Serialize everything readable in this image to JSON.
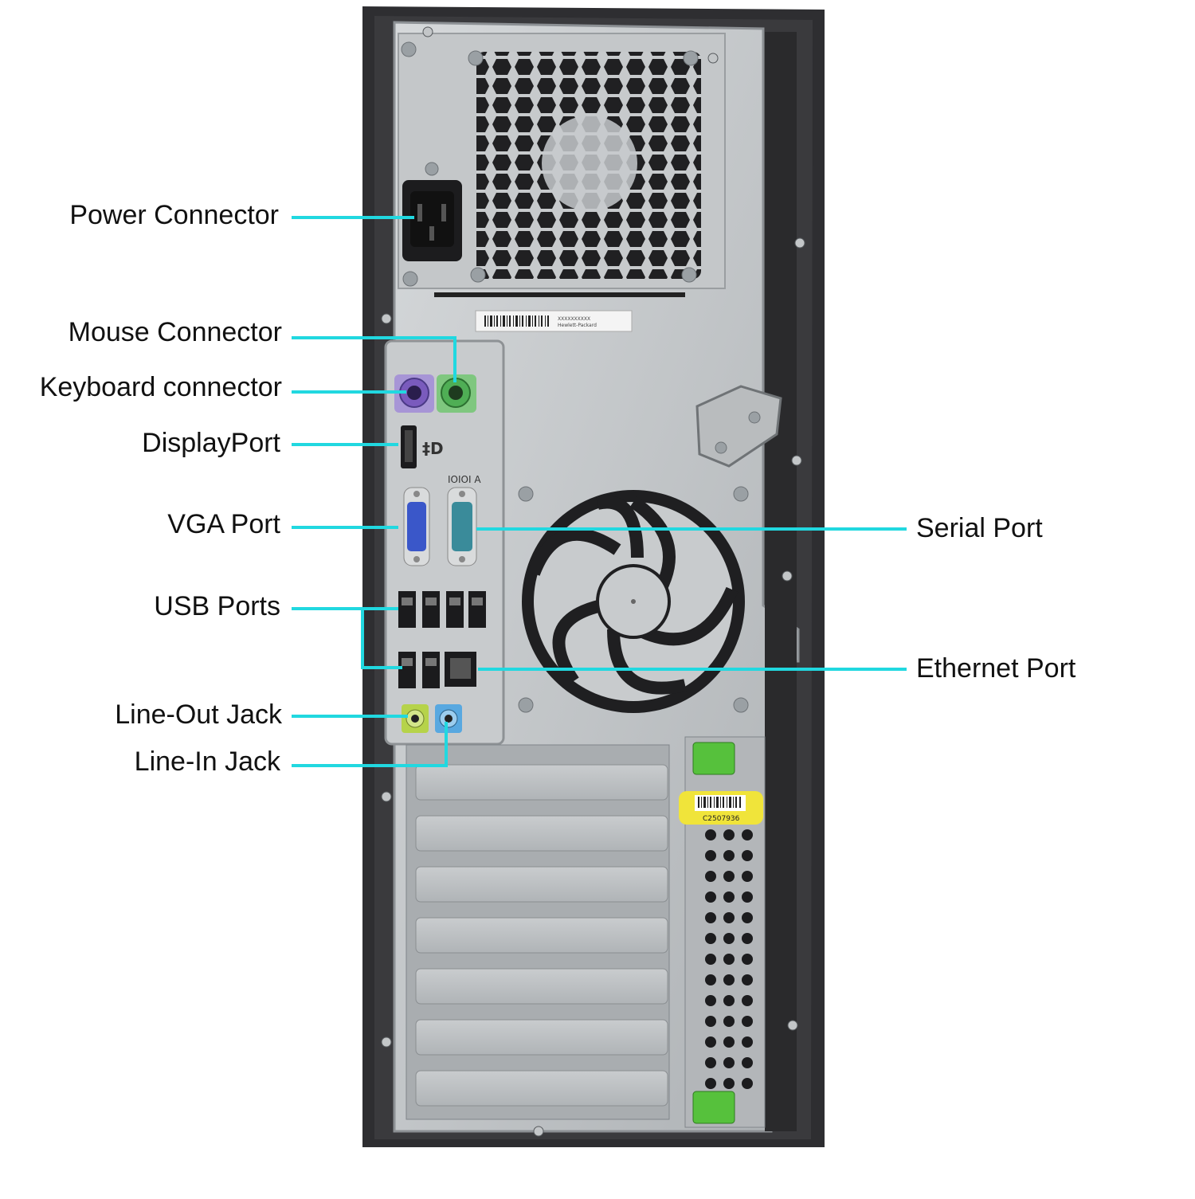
{
  "labels": {
    "power_connector": "Power Connector",
    "mouse_connector": "Mouse Connector",
    "keyboard_connector": "Keyboard connector",
    "displayport": "DisplayPort",
    "vga_port": "VGA Port",
    "usb_ports": "USB Ports",
    "line_out_jack": "Line-Out Jack",
    "line_in_jack": "Line-In Jack",
    "serial_port": "Serial Port",
    "ethernet_port": "Ethernet Port"
  },
  "stickers": {
    "psu_label_line1": "XXXXXXXXXX",
    "psu_label_line2": "Hewlett-Packard",
    "asset_tag": "C2507936"
  },
  "colors": {
    "leader_line": "#21d8e0",
    "chassis_dark": "#2b2b2d",
    "panel_silver": "#bfc2c4",
    "ps2_mouse": "#4fae55",
    "ps2_keyboard": "#7a5bbd",
    "vga": "#3a57c9",
    "serial": "#3a8b9a",
    "line_out": "#b6d34a",
    "line_in": "#58a8e0",
    "green_latch": "#56c13c",
    "yellow_sticker": "#f0e43a"
  },
  "icons": [
    "power-socket-icon",
    "ps2-mouse-icon",
    "ps2-keyboard-icon",
    "displayport-icon",
    "vga-icon",
    "serial-icon",
    "usb-icon",
    "ethernet-icon",
    "audio-jack-icon",
    "fan-icon"
  ]
}
